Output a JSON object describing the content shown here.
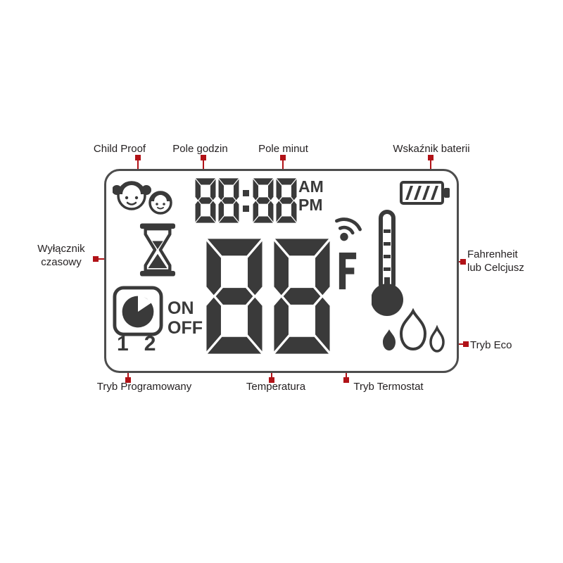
{
  "colors": {
    "accent_red": "#b11217",
    "icon_dark": "#3a3a3a",
    "panel_border": "#4d4d4d",
    "background": "#ffffff",
    "label_text": "#231f20"
  },
  "labels": {
    "child_proof": "Child Proof",
    "hours_field": "Pole godzin",
    "minutes_field": "Pole minut",
    "battery": "Wskaźnik baterii",
    "timer_switch": "Wyłącznik czasowy",
    "unit": "Fahrenheit lub Celcjusz",
    "eco": "Tryb Eco",
    "program_mode": "Tryb Programowany",
    "temperature": "Temperatura",
    "thermostat_mode": "Tryb Termostat"
  },
  "display": {
    "time_value": "88:88",
    "meridiem_am": "AM",
    "meridiem_pm": "PM",
    "switch_on": "ON",
    "switch_off": "OFF",
    "program_1": "1",
    "program_2": "2",
    "temperature_value": "88",
    "unit_letter": "F"
  },
  "icons": {
    "child_proof": "children-faces-icon",
    "battery": "battery-icon",
    "timer_switch": "hourglass-icon",
    "program_mode": "clock-timer-icon",
    "thermostat_mode": "signal-icon",
    "unit": "thermometer-icon",
    "eco": "flames-icon"
  }
}
